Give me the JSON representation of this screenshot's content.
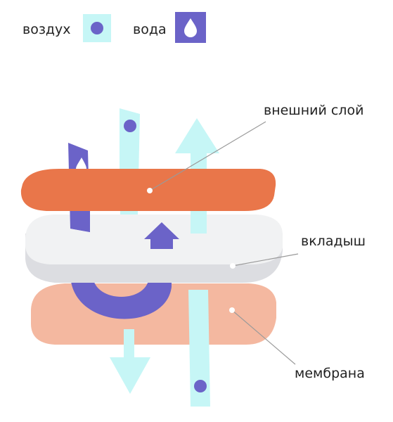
{
  "legend": {
    "air_label": "воздух",
    "water_label": "вода",
    "air_icon": "dot-icon",
    "water_icon": "droplet-icon"
  },
  "layers": {
    "outer_label": "внешний слой",
    "insert_label": "вкладыш",
    "membrane_label": "мембрана"
  },
  "colors": {
    "air": "#c6f6f6",
    "water": "#6b63c8",
    "outer_layer": "#e9764a",
    "insert_layer": "#e9eaec",
    "membrane_layer": "#f4b8a0",
    "leader_line": "#9a9a9a",
    "leader_dot": "#ffffff"
  }
}
